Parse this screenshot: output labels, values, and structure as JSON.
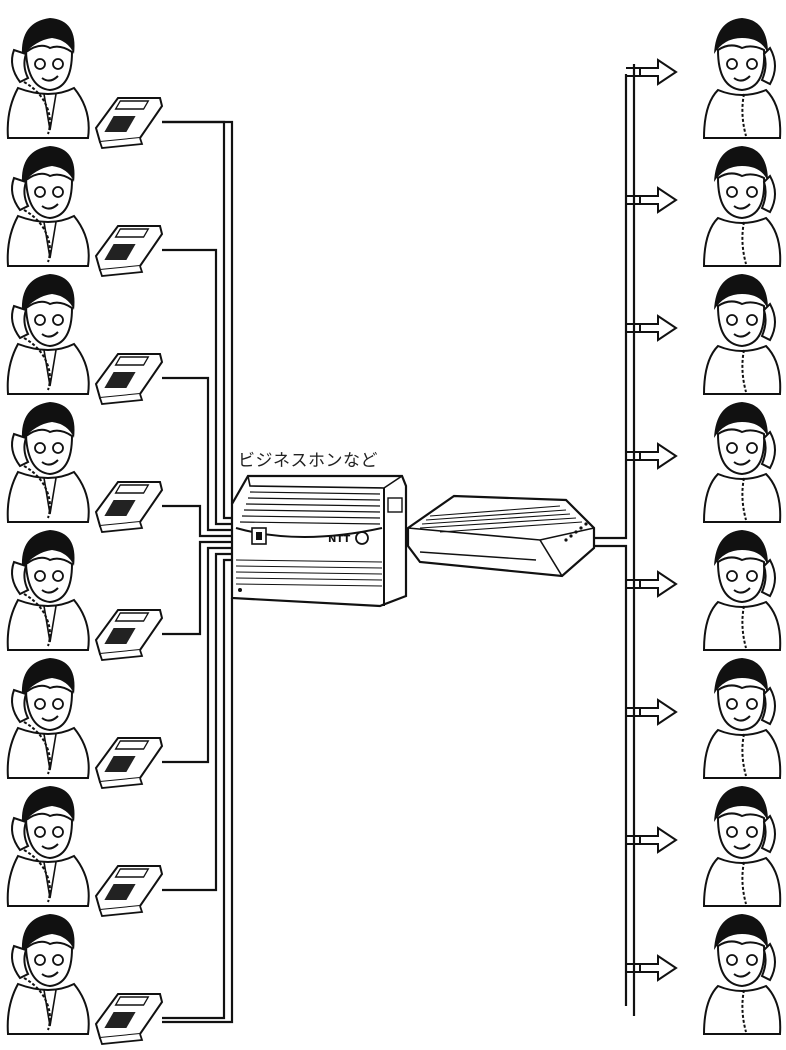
{
  "diagram": {
    "center_label": "ビジネスホンなど",
    "pbx_brand": "NTT",
    "icons": {
      "pbx": "business-phone-unit-icon",
      "router": "network-router-icon",
      "caller": "person-on-phone-icon",
      "desk_phone": "desk-phone-icon",
      "arrow": "hollow-arrow-icon"
    },
    "left_callers": 8,
    "right_callers": 8
  }
}
